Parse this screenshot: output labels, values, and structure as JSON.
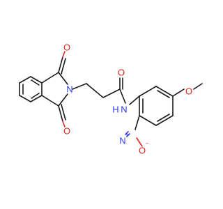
{
  "colors": {
    "bond": "#1a1a1a",
    "oxygen": "#e0241b",
    "nitrogen": "#2a3be8",
    "background": "#ffffff"
  },
  "atoms": {
    "o_top": "O",
    "o_bottom": "O",
    "n_imide": "N",
    "o_amide": "O",
    "n_amide": "N",
    "h_amide": "H",
    "o_methoxy": "O",
    "n_nitro": "N",
    "n_nitro_charge": "+",
    "o_nitro": "O",
    "o_nitro_charge": "−"
  }
}
